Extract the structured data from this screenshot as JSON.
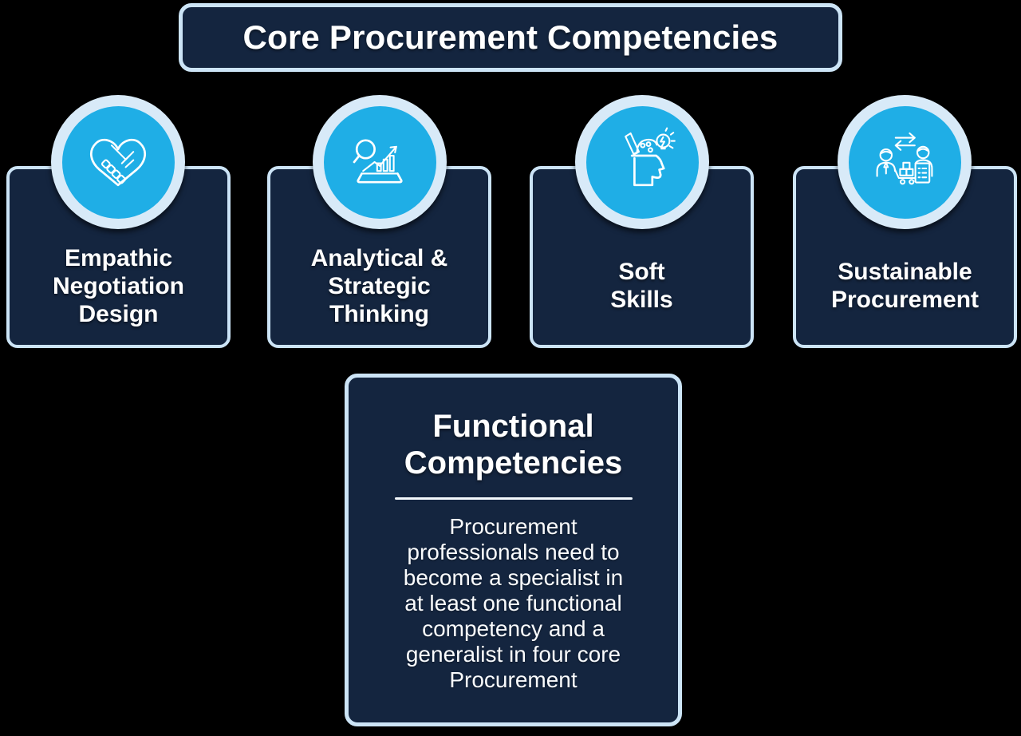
{
  "banner": {
    "title": "Core Procurement Competencies"
  },
  "cards": [
    {
      "title": "Empathic\nNegotiation\nDesign",
      "icon": "handshake-heart"
    },
    {
      "title": "Analytical &\nStrategic\nThinking",
      "icon": "analytics-growth"
    },
    {
      "title": "Soft\nSkills",
      "icon": "creative-thinking-head"
    },
    {
      "title": "Sustainable\nProcurement",
      "icon": "supplier-exchange"
    }
  ],
  "functional": {
    "title": "Functional\nCompetencies",
    "description": "Procurement\nprofessionals need to\nbecome a specialist in\nat least one functional\ncompetency and a\ngeneralist in four core\nProcurement"
  },
  "colors": {
    "card_navy": "#14253F",
    "accent_cyan": "#1FAEE6",
    "ring_light": "#D8EAF8",
    "border_light": "#CCE4F6",
    "text": "#FFFFFF"
  }
}
